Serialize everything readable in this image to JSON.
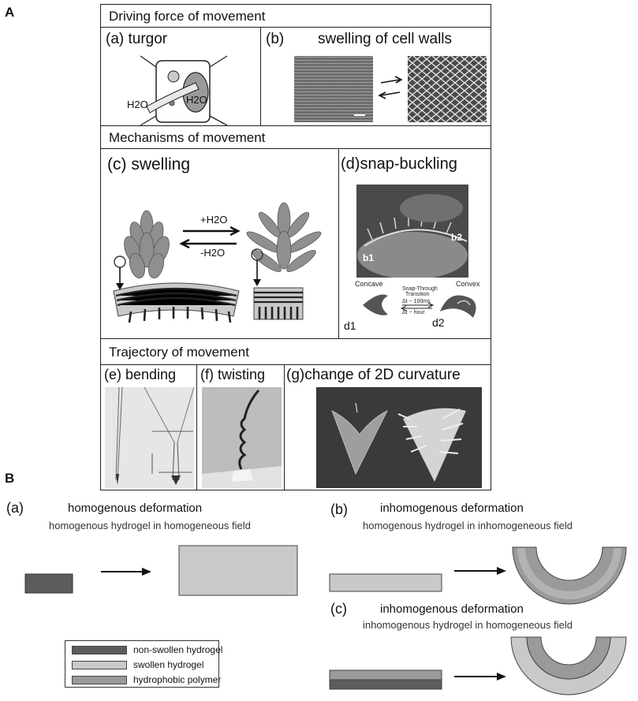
{
  "figure": {
    "A": {
      "letter": "A",
      "driving_header": "Driving force of movement",
      "panel_a": {
        "label": "(a) turgor",
        "water_outer": "H2O",
        "water_inner": "H2O"
      },
      "panel_b": {
        "label": "(b)",
        "title": "swelling of cell walls"
      },
      "mechanisms_header": "Mechanisms of movement",
      "panel_c": {
        "label": "(c) swelling",
        "plus_water": "+H2O",
        "minus_water": "-H2O"
      },
      "panel_d": {
        "label": "(d)snap-buckling",
        "b1": "b1",
        "b2": "b2",
        "concave": "Concave",
        "convex": "Convex",
        "transition_1": "Snap-Through",
        "transition_2": "Transition",
        "dt_fast": "Δt ~ 100ms",
        "dt_slow": "Δt ~ hour",
        "d1": "d1",
        "d2": "d2"
      },
      "trajectory_header": "Trajectory of movement",
      "panel_e": {
        "label": "(e)  bending"
      },
      "panel_f": {
        "label": "(f)  twisting"
      },
      "panel_g": {
        "label": "(g)change of 2D curvature"
      }
    },
    "B": {
      "letter": "B",
      "panel_a": {
        "label": "(a)",
        "title": "homogenous deformation",
        "subtitle": "homogenous hydrogel in homogeneous field"
      },
      "panel_b": {
        "label": "(b)",
        "title": "inhomogenous deformation",
        "subtitle": "homogenous hydrogel in inhomogeneous field"
      },
      "panel_c": {
        "label": "(c)",
        "title": "inhomogenous deformation",
        "subtitle": "inhomogenous hydrogel in homogeneous field"
      },
      "legend": [
        {
          "label": "non-swollen hydrogel",
          "color": "#5c5c5c"
        },
        {
          "label": "swollen hydrogel",
          "color": "#c9c9c9"
        },
        {
          "label": "hydrophobic polymer",
          "color": "#9a9a9a"
        }
      ]
    },
    "colors": {
      "dark_gel": "#5c5c5c",
      "light_gel": "#c9c9c9",
      "mid_gel": "#9a9a9a",
      "plant": "#8f8f8f"
    }
  }
}
